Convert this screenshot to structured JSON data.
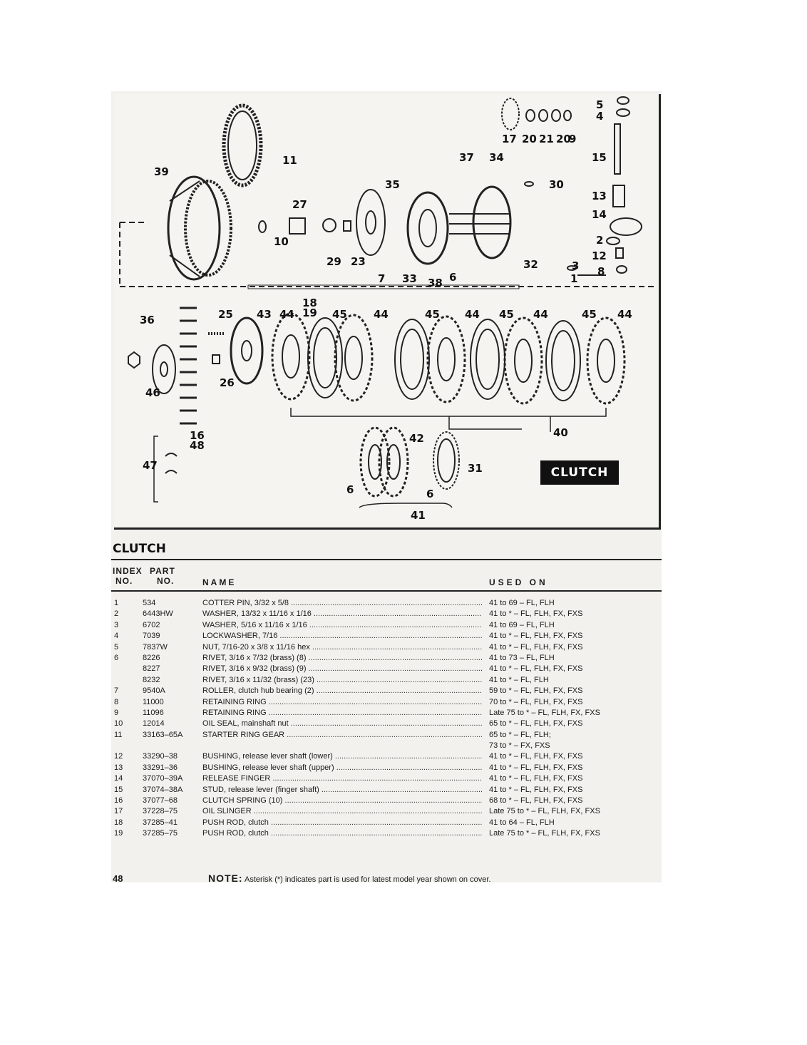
{
  "diagram": {
    "badge": "CLUTCH",
    "callouts": [
      "5",
      "4",
      "17",
      "20",
      "21",
      "20",
      "9",
      "15",
      "37",
      "34",
      "30",
      "11",
      "39",
      "13",
      "35",
      "27",
      "14",
      "10",
      "29",
      "23",
      "2",
      "12",
      "32",
      "3",
      "8",
      "7",
      "33",
      "38",
      "6",
      "1",
      "18",
      "19",
      "36",
      "25",
      "43",
      "44",
      "45",
      "44",
      "45",
      "44",
      "45",
      "44",
      "45",
      "44",
      "26",
      "46",
      "16",
      "48",
      "40",
      "42",
      "47",
      "31",
      "6",
      "6",
      "41"
    ]
  },
  "section_title": "CLUTCH",
  "columns": {
    "index_line1": "INDEX",
    "index_line2": "NO.",
    "part_line1": "PART",
    "part_line2": "NO.",
    "name": "NAME",
    "used_on": "USED ON"
  },
  "parts": [
    {
      "index": "1",
      "part": "534",
      "name": "COTTER PIN, 3/32 x 5/8",
      "used_on": "41 to 69 – FL, FLH"
    },
    {
      "index": "2",
      "part": "6443HW",
      "name": "WASHER, 13/32 x 11/16 x 1/16",
      "used_on": "41 to * – FL, FLH, FX, FXS"
    },
    {
      "index": "3",
      "part": "6702",
      "name": "WASHER, 5/16 x 11/16 x 1/16",
      "used_on": "41 to 69 – FL, FLH"
    },
    {
      "index": "4",
      "part": "7039",
      "name": "LOCKWASHER, 7/16",
      "used_on": "41 to * – FL, FLH, FX, FXS"
    },
    {
      "index": "5",
      "part": "7837W",
      "name": "NUT, 7/16-20 x 3/8 x 11/16 hex",
      "used_on": "41 to * – FL, FLH, FX, FXS"
    },
    {
      "index": "6",
      "part": "8226",
      "name": "RIVET, 3/16 x 7/32 (brass) (8)",
      "used_on": "41 to 73 – FL, FLH"
    },
    {
      "index": "",
      "part": "8227",
      "name": "RIVET, 3/16 x 9/32 (brass) (9)",
      "used_on": "41 to * – FL, FLH, FX, FXS"
    },
    {
      "index": "",
      "part": "8232",
      "name": "RIVET, 3/16 x 11/32 (brass) (23)",
      "used_on": "41 to * – FL, FLH"
    },
    {
      "index": "7",
      "part": "9540A",
      "name": "ROLLER, clutch hub bearing (2)",
      "used_on": "59 to * – FL, FLH, FX, FXS"
    },
    {
      "index": "8",
      "part": "11000",
      "name": "RETAINING RING",
      "used_on": "70 to * – FL, FLH, FX, FXS"
    },
    {
      "index": "9",
      "part": "11096",
      "name": "RETAINING RING",
      "used_on": "Late 75 to * – FL, FLH, FX, FXS"
    },
    {
      "index": "10",
      "part": "12014",
      "name": "OIL SEAL, mainshaft nut",
      "used_on": "65 to * – FL, FLH, FX, FXS"
    },
    {
      "index": "11",
      "part": "33163–65A",
      "name": "STARTER RING GEAR",
      "used_on": "65 to * – FL, FLH;"
    },
    {
      "index": "",
      "part": "",
      "name": "",
      "used_on": "73 to * – FX, FXS",
      "cont": true
    },
    {
      "index": "12",
      "part": "33290–38",
      "name": "BUSHING, release lever shaft (lower)",
      "used_on": "41 to * – FL, FLH, FX, FXS"
    },
    {
      "index": "13",
      "part": "33291–36",
      "name": "BUSHING, release lever shaft (upper)",
      "used_on": "41 to * – FL, FLH, FX, FXS"
    },
    {
      "index": "14",
      "part": "37070–39A",
      "name": "RELEASE FINGER",
      "used_on": "41 to * – FL, FLH, FX, FXS"
    },
    {
      "index": "15",
      "part": "37074–38A",
      "name": "STUD, release lever (finger shaft)",
      "used_on": "41 to * – FL, FLH, FX, FXS"
    },
    {
      "index": "16",
      "part": "37077–68",
      "name": "CLUTCH SPRING (10)",
      "used_on": "68 to * – FL, FLH, FX, FXS"
    },
    {
      "index": "17",
      "part": "37228–75",
      "name": "OIL SLINGER",
      "used_on": "Late 75 to * – FL, FLH, FX, FXS"
    },
    {
      "index": "18",
      "part": "37285–41",
      "name": "PUSH ROD, clutch",
      "used_on": "41 to 64 – FL, FLH"
    },
    {
      "index": "19",
      "part": "37285–75",
      "name": "PUSH ROD, clutch",
      "used_on": "Late 75 to * – FL, FLH, FX, FXS"
    }
  ],
  "footer": {
    "page_number": "48",
    "note_label": "NOTE:",
    "note_text": "Asterisk (*) indicates part is used for latest model year shown on cover."
  }
}
